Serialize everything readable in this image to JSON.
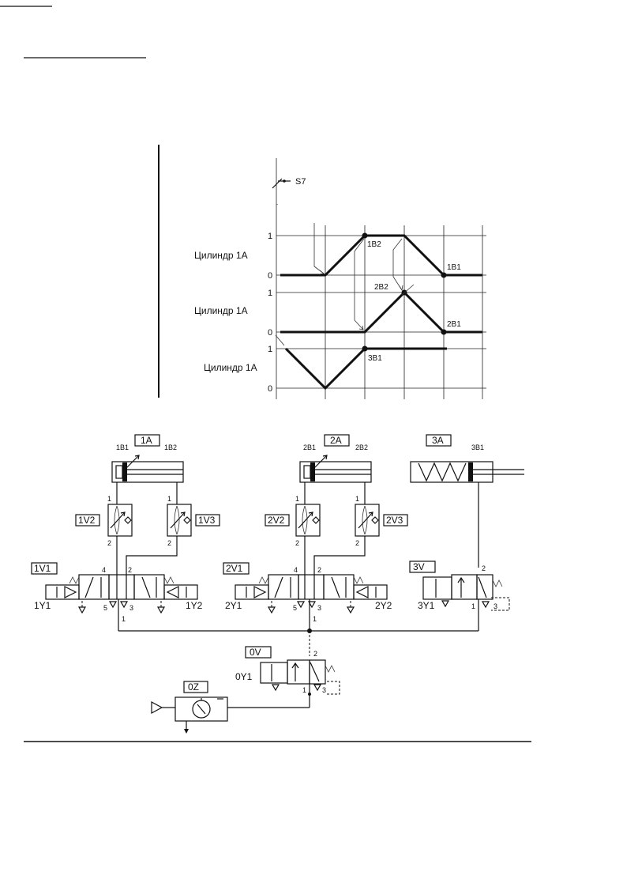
{
  "diagram": {
    "signal_label": "S7",
    "rows": [
      {
        "label": "Цилиндр 1А",
        "top": "1",
        "bottom": "0"
      },
      {
        "label": "Цилиндр 1А",
        "top": "1",
        "bottom": "0"
      },
      {
        "label": "Цилиндр 1А",
        "top": "1",
        "bottom": "0"
      }
    ],
    "point_labels": {
      "p1B2": "1B2",
      "p1B1": "1B1",
      "p2B2": "2B2",
      "p2B1": "2B1",
      "p3B1": "3B1"
    }
  },
  "circuit": {
    "actuators": {
      "a1": "1A",
      "a1_s1": "1B1",
      "a1_s2": "1B2",
      "a2": "2A",
      "a2_s1": "2B1",
      "a2_s2": "2B2",
      "a3": "3A",
      "a3_s1": "3B1"
    },
    "flow_valves": {
      "v1v2": "1V2",
      "v1v3": "1V3",
      "v2v2": "2V2",
      "v2v3": "2V3"
    },
    "valves": {
      "v1v1": "1V1",
      "v2v1": "2V1",
      "v3v": "3V",
      "v0v": "0V",
      "v0z": "0Z"
    },
    "solenoids": {
      "s1y1": "1Y1",
      "s1y2": "1Y2",
      "s2y1": "2Y1",
      "s2y2": "2Y2",
      "s3y1": "3Y1",
      "s0y1": "0Y1"
    },
    "ports": {
      "p1": "1",
      "p2": "2",
      "p3": "3",
      "p4": "4",
      "p5": "5"
    }
  }
}
